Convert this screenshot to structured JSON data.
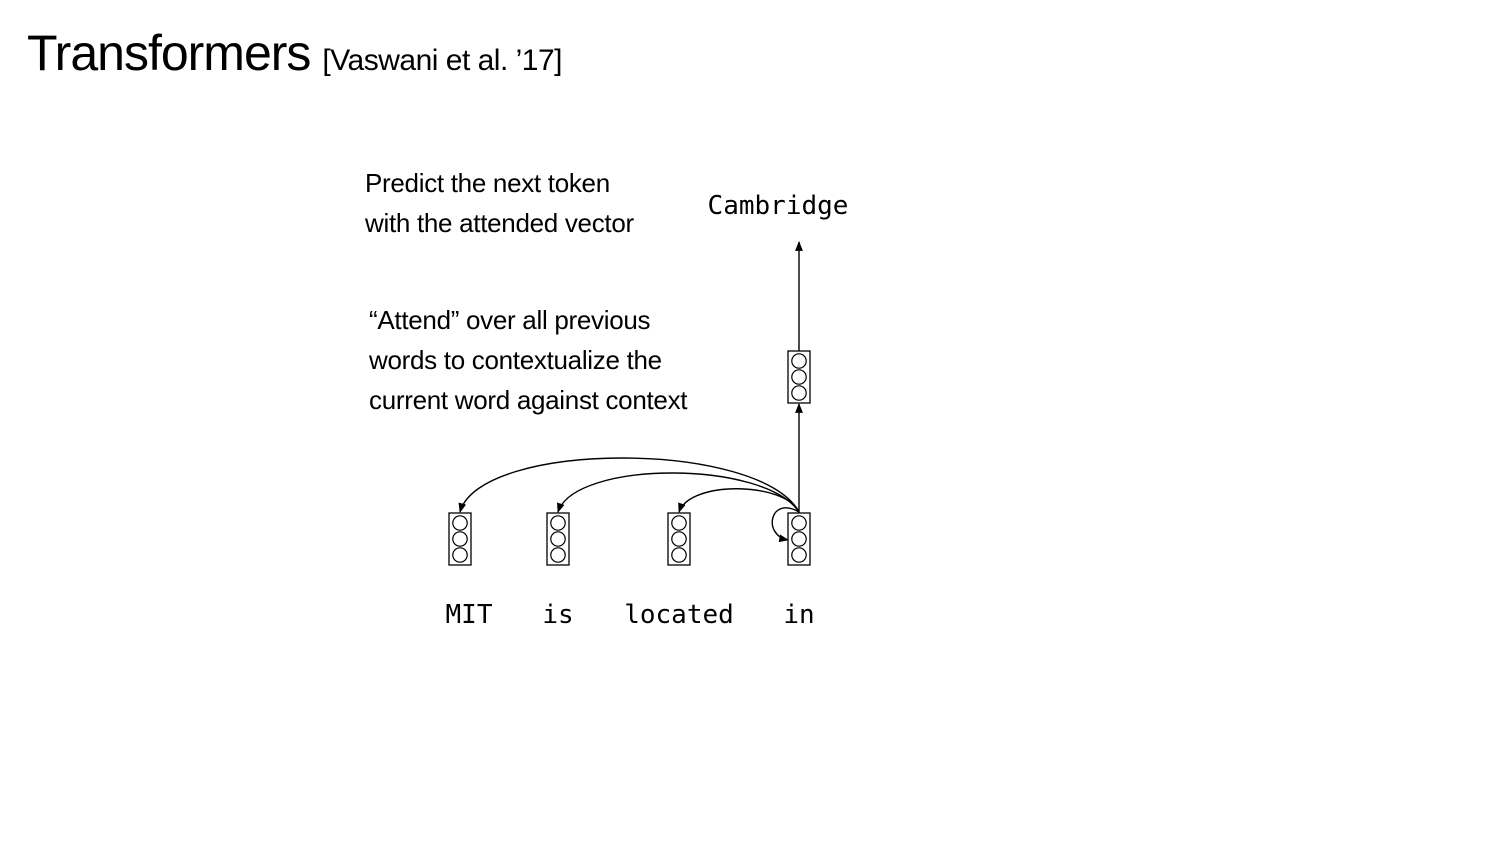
{
  "title": {
    "main": "Transformers",
    "citation": "[Vaswani et al. ’17]"
  },
  "annotations": {
    "predict": [
      "Predict the next token",
      "with the attended vector"
    ],
    "attend": [
      "“Attend” over all previous",
      "words to contextualize the",
      "current word against context"
    ]
  },
  "diagram": {
    "output_token": "Cambridge",
    "input_tokens": [
      "MIT",
      "is",
      "located",
      "in"
    ]
  }
}
